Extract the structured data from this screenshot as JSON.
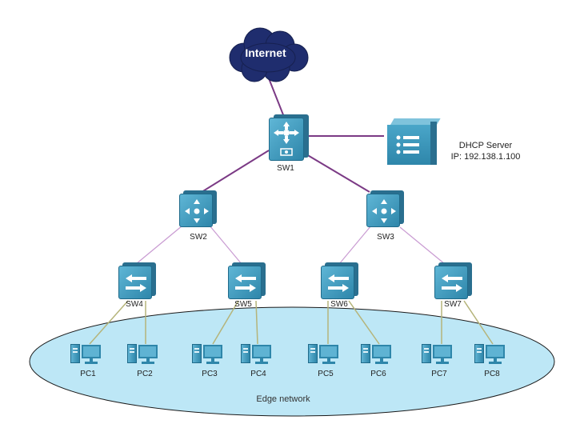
{
  "cloud": {
    "label": "Internet"
  },
  "core_switch": {
    "label": "SW1"
  },
  "dhcp_server": {
    "title": "DHCP Server",
    "ip": "IP: 192.138.1.100"
  },
  "distribution_switches": [
    {
      "label": "SW2"
    },
    {
      "label": "SW3"
    }
  ],
  "access_switches": [
    {
      "label": "SW4"
    },
    {
      "label": "SW5"
    },
    {
      "label": "SW6"
    },
    {
      "label": "SW7"
    }
  ],
  "pcs": [
    {
      "label": "PC1"
    },
    {
      "label": "PC2"
    },
    {
      "label": "PC3"
    },
    {
      "label": "PC4"
    },
    {
      "label": "PC5"
    },
    {
      "label": "PC6"
    },
    {
      "label": "PC7"
    },
    {
      "label": "PC8"
    }
  ],
  "edge_network": {
    "label": "Edge network"
  },
  "colors": {
    "backbone_link": "#7b3a85",
    "distribution_link": "#c99bd2",
    "access_link": "#b5b47a",
    "edge_fill": "#bde7f6",
    "edge_stroke": "#1a1a1a",
    "cloud_fill": "#1f2d6e",
    "device_blue": "#2e86aa"
  }
}
